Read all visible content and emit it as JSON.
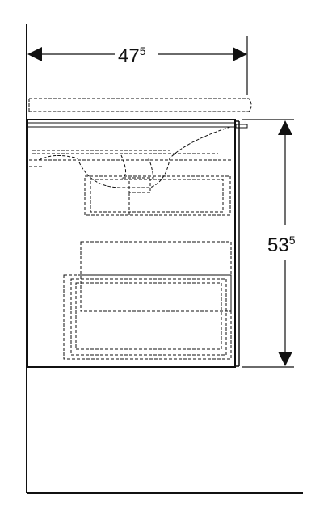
{
  "dimensions": {
    "width": {
      "main": "47",
      "fraction": "5"
    },
    "height": {
      "main": "53",
      "fraction": "5"
    }
  },
  "colors": {
    "line": "#111111",
    "background": "#ffffff"
  }
}
